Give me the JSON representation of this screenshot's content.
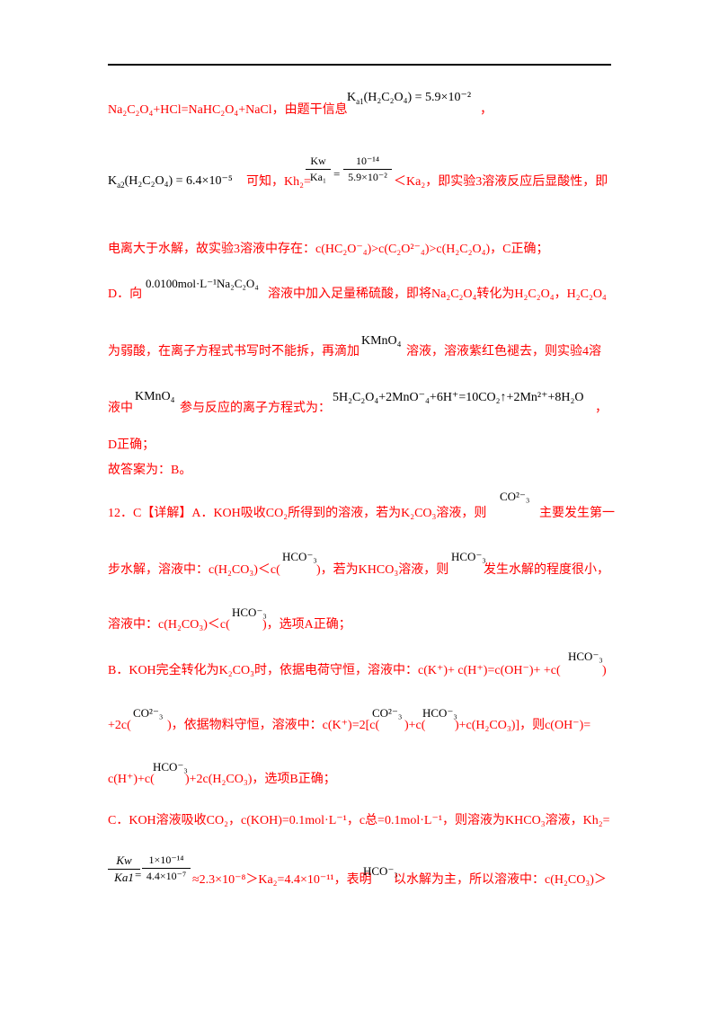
{
  "doc": {
    "line1_text": "Na₂C₂O₄+HCl=NaHC₂O₄+NaCl，由题干信息",
    "line1_formula": "K",
    "line1_formula_sub": "a1",
    "line1_formula_rest": "(H₂C₂O₄) = 5.9×10⁻²",
    "line1_tail": "，",
    "line2_formula": "K",
    "line2_formula_sub": "a2",
    "line2_formula_rest": "(H₂C₂O₄) = 6.4×10⁻⁵",
    "line2_text_a": "可知，Kh₂=",
    "line2_frac1_num": "Kw",
    "line2_frac1_den": "Ka₁",
    "line2_eq": "=",
    "line2_frac2_num": "10⁻¹⁴",
    "line2_frac2_den": "5.9×10⁻²",
    "line2_text_b": "＜Ka₂，即实验3溶液反应后显酸性，即",
    "line3_text": "电离大于水解，故实验3溶液中存在：c(HC₂O⁻₄)>c(C₂O²⁻₄)>c(H₂C₂O₄)，C正确；",
    "line4_a": "D．向",
    "line4_formula": "0.0100mol·L⁻¹Na₂C₂O₄",
    "line4_b": "溶液中加入足量稀硫酸，即将Na₂C₂O₄转化为H₂C₂O₄，H₂C₂O₄",
    "line5_a": "为弱酸，在离子方程式书写时不能拆，再滴加",
    "line5_formula": "KMnO₄",
    "line5_b": "溶液，溶液紫红色褪去，则实验4溶",
    "line6_a": "液中",
    "line6_formula": "KMnO₄",
    "line6_b": "参与反应的离子方程式为：",
    "line6_equation": "5H₂C₂O₄+2MnO⁻₄+6H⁺=10CO₂↑+2Mn²⁺+8H₂O",
    "line6_tail": "，",
    "line7": "D正确；",
    "line8": "故答案为：B。",
    "line9_a": "12．C【详解】A．KOH吸收CO₂所得到的溶液，若为K₂CO₃溶液，则",
    "line9_formula": "CO²⁻₃",
    "line9_b": "主要发生第一",
    "line10_a": "步水解，溶液中：c(H₂CO₃)＜c(",
    "line10_formula": "HCO⁻₃",
    "line10_b": ")，若为KHCO₃溶液，则",
    "line10_formula2": "HCO⁻₃",
    "line10_c": "发生水解的程度很小，",
    "line11_a": "溶液中：c(H₂CO₃)＜c(",
    "line11_formula": "HCO⁻₃",
    "line11_b": ")，选项A正确；",
    "line12_a": "B．KOH完全转化为K₂CO₃时，依据电荷守恒，溶液中：c(K⁺)+ c(H⁺)=c(OH⁻)+ +c(",
    "line12_formula": "HCO⁻₃",
    "line12_b": ")",
    "line13_a": "+2c(",
    "line13_formula": "CO²⁻₃",
    "line13_b": ")，依据物料守恒，溶液中：c(K⁺)=2[c(",
    "line13_formula2": "CO²⁻₃",
    "line13_c": ")+c(",
    "line13_formula3": "HCO⁻₃",
    "line13_d": ")+c(H₂CO₃)]，则c(OH⁻)=",
    "line14_a": "c(H⁺)+c(",
    "line14_formula": "HCO⁻₃",
    "line14_b": ")+2c(H₂CO₃)，选项B正确；",
    "line15": "C．KOH溶液吸收CO₂，c(KOH)=0.1mol·L⁻¹，c总=0.1mol·L⁻¹，则溶液为KHCO₃溶液，Kh₂=",
    "line16_frac1_num": "Kw",
    "line16_frac1_den": "Ka1",
    "line16_eq": "=",
    "line16_frac2_num": "1×10⁻¹⁴",
    "line16_frac2_den": "4.4×10⁻⁷",
    "line16_a": "≈2.3×10⁻⁸＞Ka₂=4.4×10⁻¹¹，表明",
    "line16_formula": "HCO⁻₃",
    "line16_b": "以水解为主，所以溶液中：c(H₂CO₃)＞"
  }
}
